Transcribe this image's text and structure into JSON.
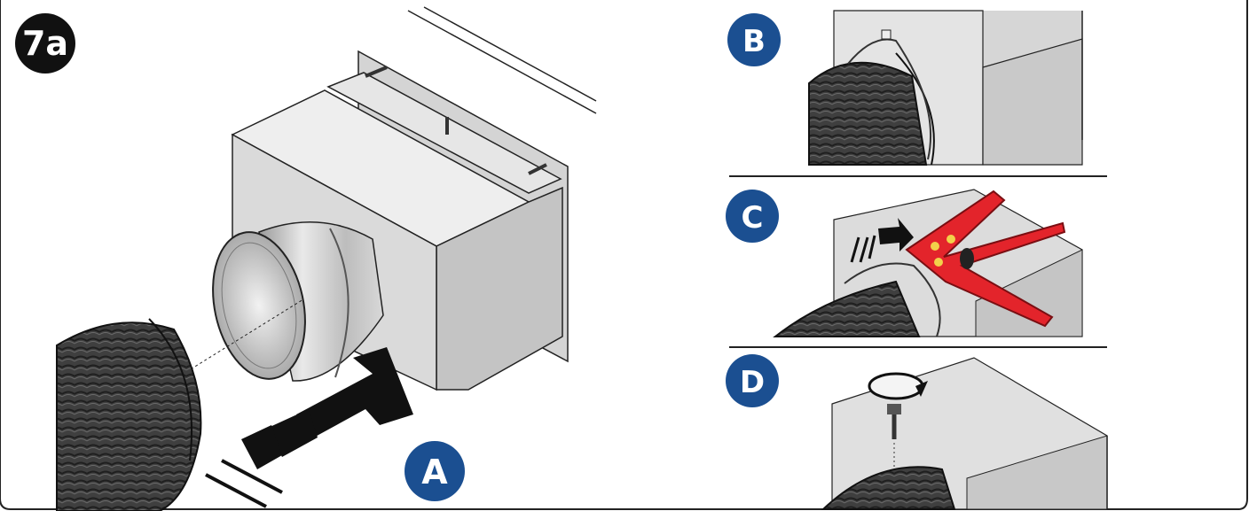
{
  "figure": {
    "id_label": "7a"
  },
  "steps": [
    {
      "label": "A"
    },
    {
      "label": "B"
    },
    {
      "label": "C"
    },
    {
      "label": "D"
    }
  ],
  "colors": {
    "badge_blue": "#1b4f91",
    "id_badge_black": "#111111",
    "tool_red": "#e3242b",
    "metal_light": "#e2e2e2",
    "metal_mid": "#c9c9c9",
    "metal_dark": "#a9a9a9",
    "hose_dark": "#3c3c3c",
    "outline": "#222222"
  },
  "icons": [
    "flex-duct-icon",
    "plenum-box-icon",
    "cable-tie-icon",
    "tie-gun-tool-icon",
    "screw-icon",
    "rotate-arrow-icon",
    "push-arrow-icon"
  ]
}
